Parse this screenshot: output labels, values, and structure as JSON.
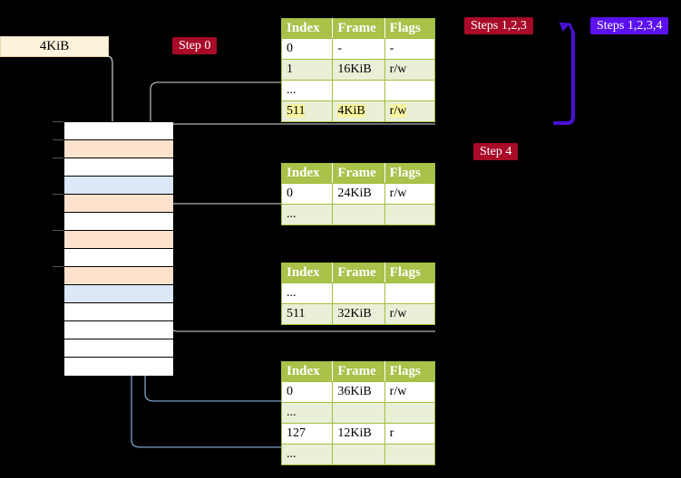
{
  "diagram": {
    "title_labels": {
      "size_label": "4KiB",
      "step0": "Step 0",
      "steps123": "Steps 1,2,3",
      "steps1234": "Steps 1,2,3,4",
      "step4": "Step 4"
    },
    "colors": {
      "background": "#000000",
      "badge_red": "#a80a28",
      "badge_purple": "#5b11f0",
      "table_header": "#a8c24a",
      "table_border": "#9fbf3c",
      "table_row_alt": "#eaefd8",
      "highlight_yellow": "#f7f5a0",
      "mem_orange": "#fde3cd",
      "mem_blue": "#dce8f7",
      "size_label_bg": "#fdf3dc",
      "wire_gray": "#b0b0b0",
      "wire_blue": "#7a9fcc",
      "arrow_blue_dark": "#3b6ba5"
    }
  },
  "columns": [
    "Index",
    "Frame",
    "Flags"
  ],
  "tables": [
    {
      "name": "pml4-table",
      "rows": [
        {
          "index": "0",
          "frame": "-",
          "flags": "-",
          "style": "odd",
          "highlight": false
        },
        {
          "index": "1",
          "frame": "16KiB",
          "flags": "r/w",
          "style": "even",
          "highlight": false
        },
        {
          "index": "...",
          "frame": "",
          "flags": "",
          "style": "odd",
          "highlight": false
        },
        {
          "index": "511",
          "frame": "4KiB",
          "flags": "r/w",
          "style": "even",
          "highlight": true
        }
      ]
    },
    {
      "name": "pdpt-table",
      "rows": [
        {
          "index": "0",
          "frame": "24KiB",
          "flags": "r/w",
          "style": "odd",
          "highlight": false
        },
        {
          "index": "...",
          "frame": "",
          "flags": "",
          "style": "even",
          "highlight": false
        }
      ]
    },
    {
      "name": "pd-table",
      "rows": [
        {
          "index": "...",
          "frame": "",
          "flags": "",
          "style": "odd",
          "highlight": false
        },
        {
          "index": "511",
          "frame": "32KiB",
          "flags": "r/w",
          "style": "even",
          "highlight": false
        }
      ]
    },
    {
      "name": "pt-table",
      "rows": [
        {
          "index": "0",
          "frame": "36KiB",
          "flags": "r/w",
          "style": "odd",
          "highlight": false
        },
        {
          "index": "...",
          "frame": "",
          "flags": "",
          "style": "even",
          "highlight": false
        },
        {
          "index": "127",
          "frame": "12KiB",
          "flags": "r",
          "style": "odd",
          "highlight": false
        },
        {
          "index": "...",
          "frame": "",
          "flags": "",
          "style": "even",
          "highlight": false
        }
      ]
    }
  ],
  "memory_column": {
    "rows": [
      {
        "fill": "white",
        "tick": true
      },
      {
        "fill": "orange",
        "tick": true
      },
      {
        "fill": "white",
        "tick": true
      },
      {
        "fill": "blue",
        "tick": false
      },
      {
        "fill": "orange",
        "tick": true
      },
      {
        "fill": "white",
        "tick": false
      },
      {
        "fill": "orange",
        "tick": true
      },
      {
        "fill": "white",
        "tick": false
      },
      {
        "fill": "orange",
        "tick": true
      },
      {
        "fill": "blue",
        "tick": false
      },
      {
        "fill": "white",
        "tick": false
      },
      {
        "fill": "white",
        "tick": false
      },
      {
        "fill": "white",
        "tick": false
      },
      {
        "fill": "white",
        "tick": false
      }
    ]
  }
}
